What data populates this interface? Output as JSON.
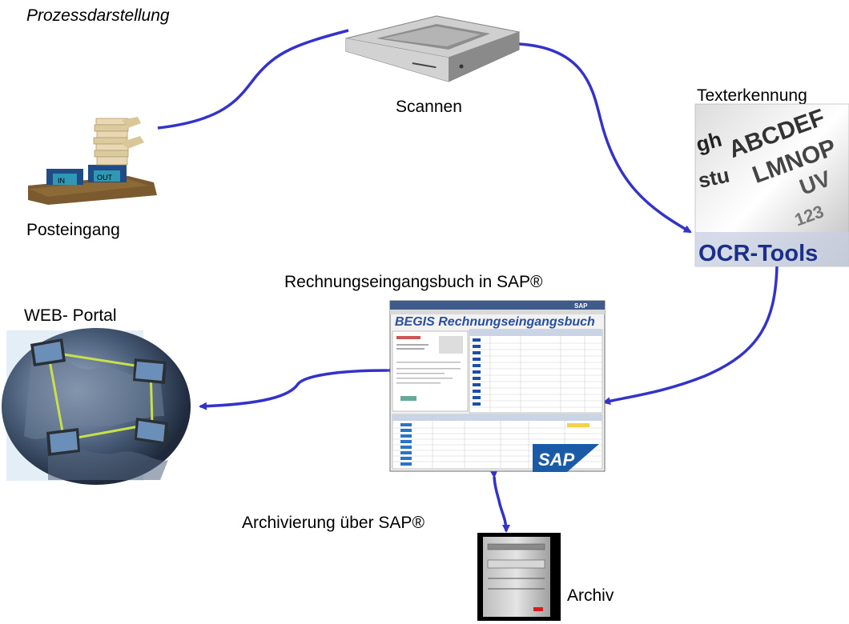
{
  "diagram": {
    "title": "Prozessdarstellung",
    "nodes": {
      "posteingang": {
        "label": "Posteingang",
        "tray_in": "IN",
        "tray_out": "OUT"
      },
      "scannen": {
        "label": "Scannen"
      },
      "texterkennung": {
        "label": "Texterkennung",
        "image_caption": "OCR-Tools",
        "image_letters": [
          "ABCDEF",
          "LMNOP",
          "UV",
          "123",
          "gh",
          "stu"
        ]
      },
      "rechnungseingangsbuch": {
        "label": "Rechnungseingangsbuch in SAP®",
        "screen_title": "BEGIS Rechnungseingangsbuch",
        "logo": "SAP"
      },
      "web_portal": {
        "label": "WEB- Portal"
      },
      "archiv": {
        "label": "Archiv"
      }
    },
    "edge_labels": {
      "archivierung": "Archivierung über SAP®"
    },
    "colors": {
      "arrow": "#3333cc",
      "ocr_caption": "#1a2f8a",
      "sap_blue": "#1b5aa6",
      "screen_title": "#2a4fa0"
    }
  }
}
